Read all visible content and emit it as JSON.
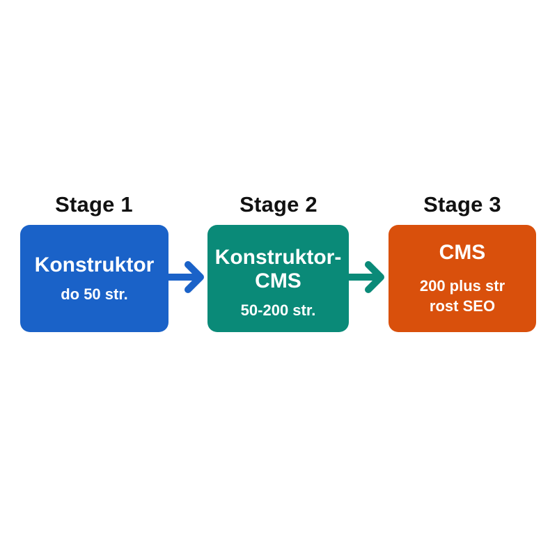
{
  "stages": [
    {
      "heading": "Stage 1",
      "title": "Konstruktor",
      "subtitle": "do 50 str.",
      "color": "#1a62c8"
    },
    {
      "heading": "Stage 2",
      "title": "Konstruktor-\nCMS",
      "subtitle": "50-200 str.",
      "color": "#0a8a78"
    },
    {
      "heading": "Stage 3",
      "title": "CMS",
      "subtitle": "200 plus str\nrost SEO",
      "color": "#d9500c"
    }
  ],
  "arrows": [
    {
      "color": "#1a62c8",
      "icon": "arrow-right-icon"
    },
    {
      "color": "#0a8a78",
      "icon": "arrow-right-icon"
    }
  ]
}
